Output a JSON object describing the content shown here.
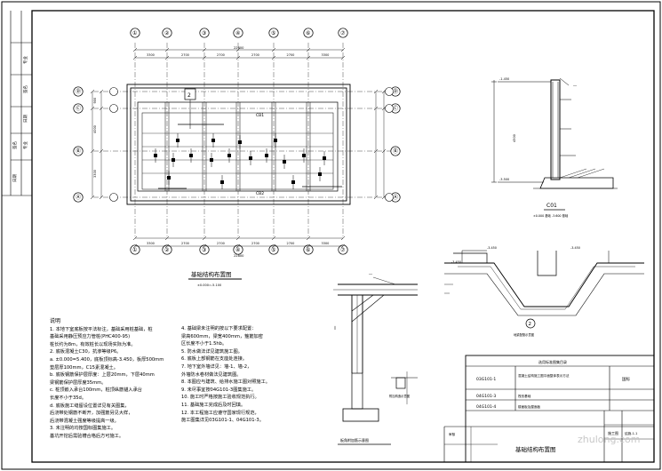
{
  "grid": {
    "columns": [
      "①",
      "②",
      "③",
      "④",
      "⑤",
      "⑥",
      "⑦"
    ],
    "rows": [
      "Ⓐ",
      "Ⓑ",
      "Ⓒ",
      "Ⓓ"
    ],
    "col_dims_top": [
      "3300",
      "2700",
      "2700",
      "2700",
      "2700",
      "3300"
    ],
    "col_dims_bottom": [
      "3300",
      "2700",
      "2700",
      "2700",
      "2700",
      "3300"
    ],
    "total_width": "22800",
    "row_dims": [
      "900",
      "4000",
      "3300"
    ]
  },
  "plan": {
    "title": "基础结构布置图",
    "scale_note": "±0.000=-5.100",
    "beam_labels": [
      "CB1",
      "CB2"
    ],
    "marker": "2"
  },
  "section_c01": {
    "title": "C01",
    "subtitle": "±0.000 基础  -3.600 基础",
    "elevations": [
      "-1.450",
      "-3.500",
      "4500"
    ]
  },
  "section_2": {
    "marker": "2",
    "caption": "地梁配筋示意图",
    "elevations": [
      "-3.450",
      "-3.450",
      "-3.450"
    ]
  },
  "detail_a": {
    "caption": "板角附加筋示意图"
  },
  "detail_b": {
    "caption": "附加构造示意图"
  },
  "notes": {
    "title": "说明",
    "col1": [
      "1. 本地下室底板按平法标注，基础采用桩基础，桩",
      "   基础采用静压预应力管桩(PHC400-95)",
      "   桩长约为8m，有效桩长以现场实际为准。",
      "2. 底板混凝土C30，抗渗等级P6。",
      "a. ±0.000=5.400，底板顶标高-3.450，板厚500mm",
      "   垫层厚100mm，C15素混凝土。",
      "b. 底板钢筋保护层厚度：上层20mm，下层40mm",
      "   梁钢筋保护层厚度35mm。",
      "c. 桩顶嵌入承台100mm，桩顶纵筋锚入承台",
      "   长度不小于35d。",
      "d. 底板施工缝留设位置详见有关图集，",
      "   后浇带处钢筋不断开，加强筋另见大样，",
      "   后浇带混凝土强度等级提高一级。",
      "3. 未注明的均按国标图集施工。",
      "   基坑开挖后需验槽合格后方可施工。"
    ],
    "col2": [
      "4. 基础梁未注明的按以下要求配置：",
      "   梁高600mm，梁宽400mm，箍筋加密",
      "   区长度不小于1.5hb。",
      "5. 防水做法详见建筑施工图。",
      "6. 底板上部钢筋在支座处连接。",
      "7. 地下室外墙详见：墙-1、墙-2，",
      "   外墙防水卷材做法见建筑图。",
      "8. 本图应与建筑、给排水施工图对照施工。",
      "9. 未尽事宜按04G101-3图集施工。",
      "10. 施工时严格按施工验收规范执行。",
      "11. 基础施工完成后及时回填。",
      "12. 本工程施工应遵守国家现行规范，",
      "    施工图集详见03G101-1、04G101-3。"
    ]
  },
  "title_block": {
    "heading": "选用标准图集目录",
    "rows": [
      {
        "code": "03G101-1",
        "desc": "混凝土结构施工图平面整体表示方法",
        "note": "国标"
      },
      {
        "code": "04G101-3",
        "desc": "筏形基础",
        "note": ""
      },
      {
        "code": "04G101-4",
        "desc": "楼面板及屋面板",
        "note": ""
      }
    ],
    "drawing_title": "基础结构布置图",
    "stage_label": "施工图",
    "sheet_no": "结施-1-1",
    "left_label": "审核"
  },
  "left_strip": {
    "labels": [
      "专业",
      "签名",
      "日期",
      "专业",
      "签名",
      "日期"
    ]
  },
  "watermark": "zhulong.com"
}
